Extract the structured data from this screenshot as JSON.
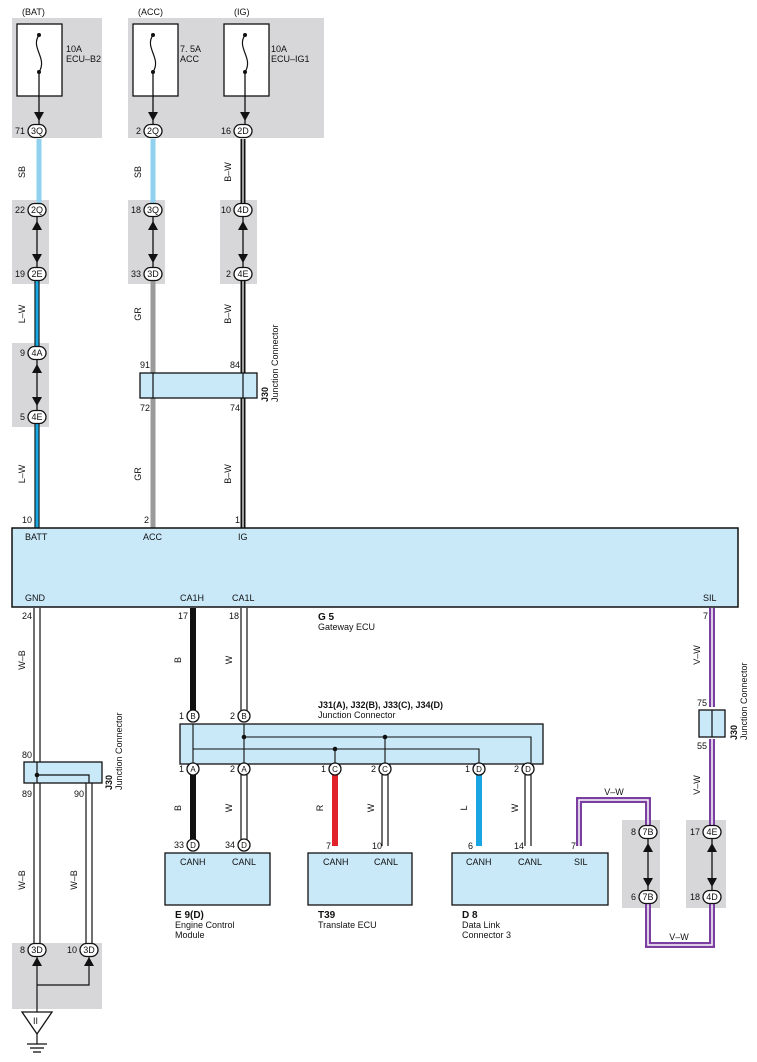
{
  "sources": [
    {
      "name": "(BAT)",
      "amp": "10A",
      "fuse": "ECU–B2"
    },
    {
      "name": "(ACC)",
      "amp": "7. 5A",
      "fuse": "ACC"
    },
    {
      "name": "(IG)",
      "amp": "10A",
      "fuse": "ECU–IG1"
    }
  ],
  "connectors": {
    "bat_top": {
      "pin": "71",
      "code": "3Q"
    },
    "acc_top": {
      "pin": "2",
      "code": "2Q"
    },
    "ig_top": {
      "pin": "16",
      "code": "2D"
    },
    "bat_a": {
      "pin": "22",
      "code": "2Q"
    },
    "bat_b": {
      "pin": "19",
      "code": "2E"
    },
    "bat_c": {
      "pin": "9",
      "code": "4A"
    },
    "bat_d": {
      "pin": "5",
      "code": "4E"
    },
    "acc_a": {
      "pin": "18",
      "code": "3Q"
    },
    "acc_b": {
      "pin": "33",
      "code": "3D"
    },
    "ig_a": {
      "pin": "10",
      "code": "4D"
    },
    "ig_b": {
      "pin": "2",
      "code": "4E"
    },
    "gnd_a": {
      "pin": "8",
      "code": "3D"
    },
    "gnd_b": {
      "pin": "10",
      "code": "3D"
    },
    "sil_a": {
      "pin": "8",
      "code": "7B"
    },
    "sil_b": {
      "pin": "6",
      "code": "7B"
    },
    "sil_c": {
      "pin": "17",
      "code": "4E"
    },
    "sil_d": {
      "pin": "18",
      "code": "4D"
    },
    "jc_b1": {
      "pin": "1",
      "code": "B"
    },
    "jc_b2": {
      "pin": "2",
      "code": "B"
    },
    "jc_a1": {
      "pin": "1",
      "code": "A"
    },
    "jc_a2": {
      "pin": "2",
      "code": "A"
    },
    "jc_c1": {
      "pin": "1",
      "code": "C"
    },
    "jc_c2": {
      "pin": "2",
      "code": "C"
    },
    "jc_d1": {
      "pin": "1",
      "code": "D"
    },
    "jc_d2": {
      "pin": "2",
      "code": "D"
    },
    "ecm_h": {
      "pin": "33",
      "code": "D"
    },
    "ecm_l": {
      "pin": "34",
      "code": "D"
    }
  },
  "wire_colors": {
    "bat1": "SB",
    "bat2": "L–W",
    "bat3": "L–W",
    "acc1": "SB",
    "acc2": "GR",
    "acc3": "GR",
    "ig1": "B–W",
    "ig2": "B–W",
    "ig3": "B–W",
    "gnd1": "W–B",
    "gnd2": "W–B",
    "gnd3": "W–B",
    "ca1h": "B",
    "ca1l": "W",
    "ecm_h": "B",
    "ecm_l": "W",
    "t39_h": "R",
    "t39_l": "W",
    "dlc_h": "L",
    "dlc_l": "W",
    "sil1": "V–W",
    "sil2": "V–W",
    "sil_loop_top": "V–W",
    "sil_loop_bot": "V–W"
  },
  "j30": {
    "name": "J30",
    "desc": "Junction Connector",
    "ig_pins": {
      "acc_in": "91",
      "ig_in": "84",
      "acc_out": "72",
      "ig_out": "74"
    },
    "gnd_pins": {
      "in": "80",
      "out1": "89",
      "out2": "90"
    },
    "sil_pins": {
      "in": "75",
      "out": "55"
    }
  },
  "gateway": {
    "code": "G 5",
    "name": "Gateway ECU",
    "pins": {
      "batt": {
        "num": "10",
        "label": "BATT"
      },
      "acc": {
        "num": "2",
        "label": "ACC"
      },
      "ig": {
        "num": "1",
        "label": "IG"
      },
      "gnd": {
        "num": "24",
        "label": "GND"
      },
      "ca1h": {
        "num": "17",
        "label": "CA1H"
      },
      "ca1l": {
        "num": "18",
        "label": "CA1L"
      },
      "sil": {
        "num": "7",
        "label": "SIL"
      }
    }
  },
  "junction": {
    "code": "J31(A), J32(B), J33(C), J34(D)",
    "name": "Junction Connector"
  },
  "ecm": {
    "code": "E 9(D)",
    "name1": "Engine Control",
    "name2": "Module",
    "pin_h": "33",
    "pin_l": "34",
    "label_h": "CANH",
    "label_l": "CANL"
  },
  "t39": {
    "code": "T39",
    "name": "Translate ECU",
    "pin_h": "7",
    "pin_l": "10",
    "label_h": "CANH",
    "label_l": "CANL"
  },
  "dlc": {
    "code": "D 8",
    "name1": "Data Link",
    "name2": "Connector 3",
    "pin_h": "6",
    "pin_l": "14",
    "pin_s": "7",
    "label_h": "CANH",
    "label_l": "CANL",
    "label_s": "SIL"
  },
  "ground": {
    "label": "II"
  },
  "colors": {
    "panel": "#d7d7d9",
    "ecu_fill": "#c9e8f8",
    "sb": "#8fd1ee",
    "lw": "#18a9e3",
    "gr": "#9a9a9a",
    "black": "#111111",
    "red": "#e0232a",
    "blue": "#19a5e4",
    "violet": "#7b3fa2"
  }
}
